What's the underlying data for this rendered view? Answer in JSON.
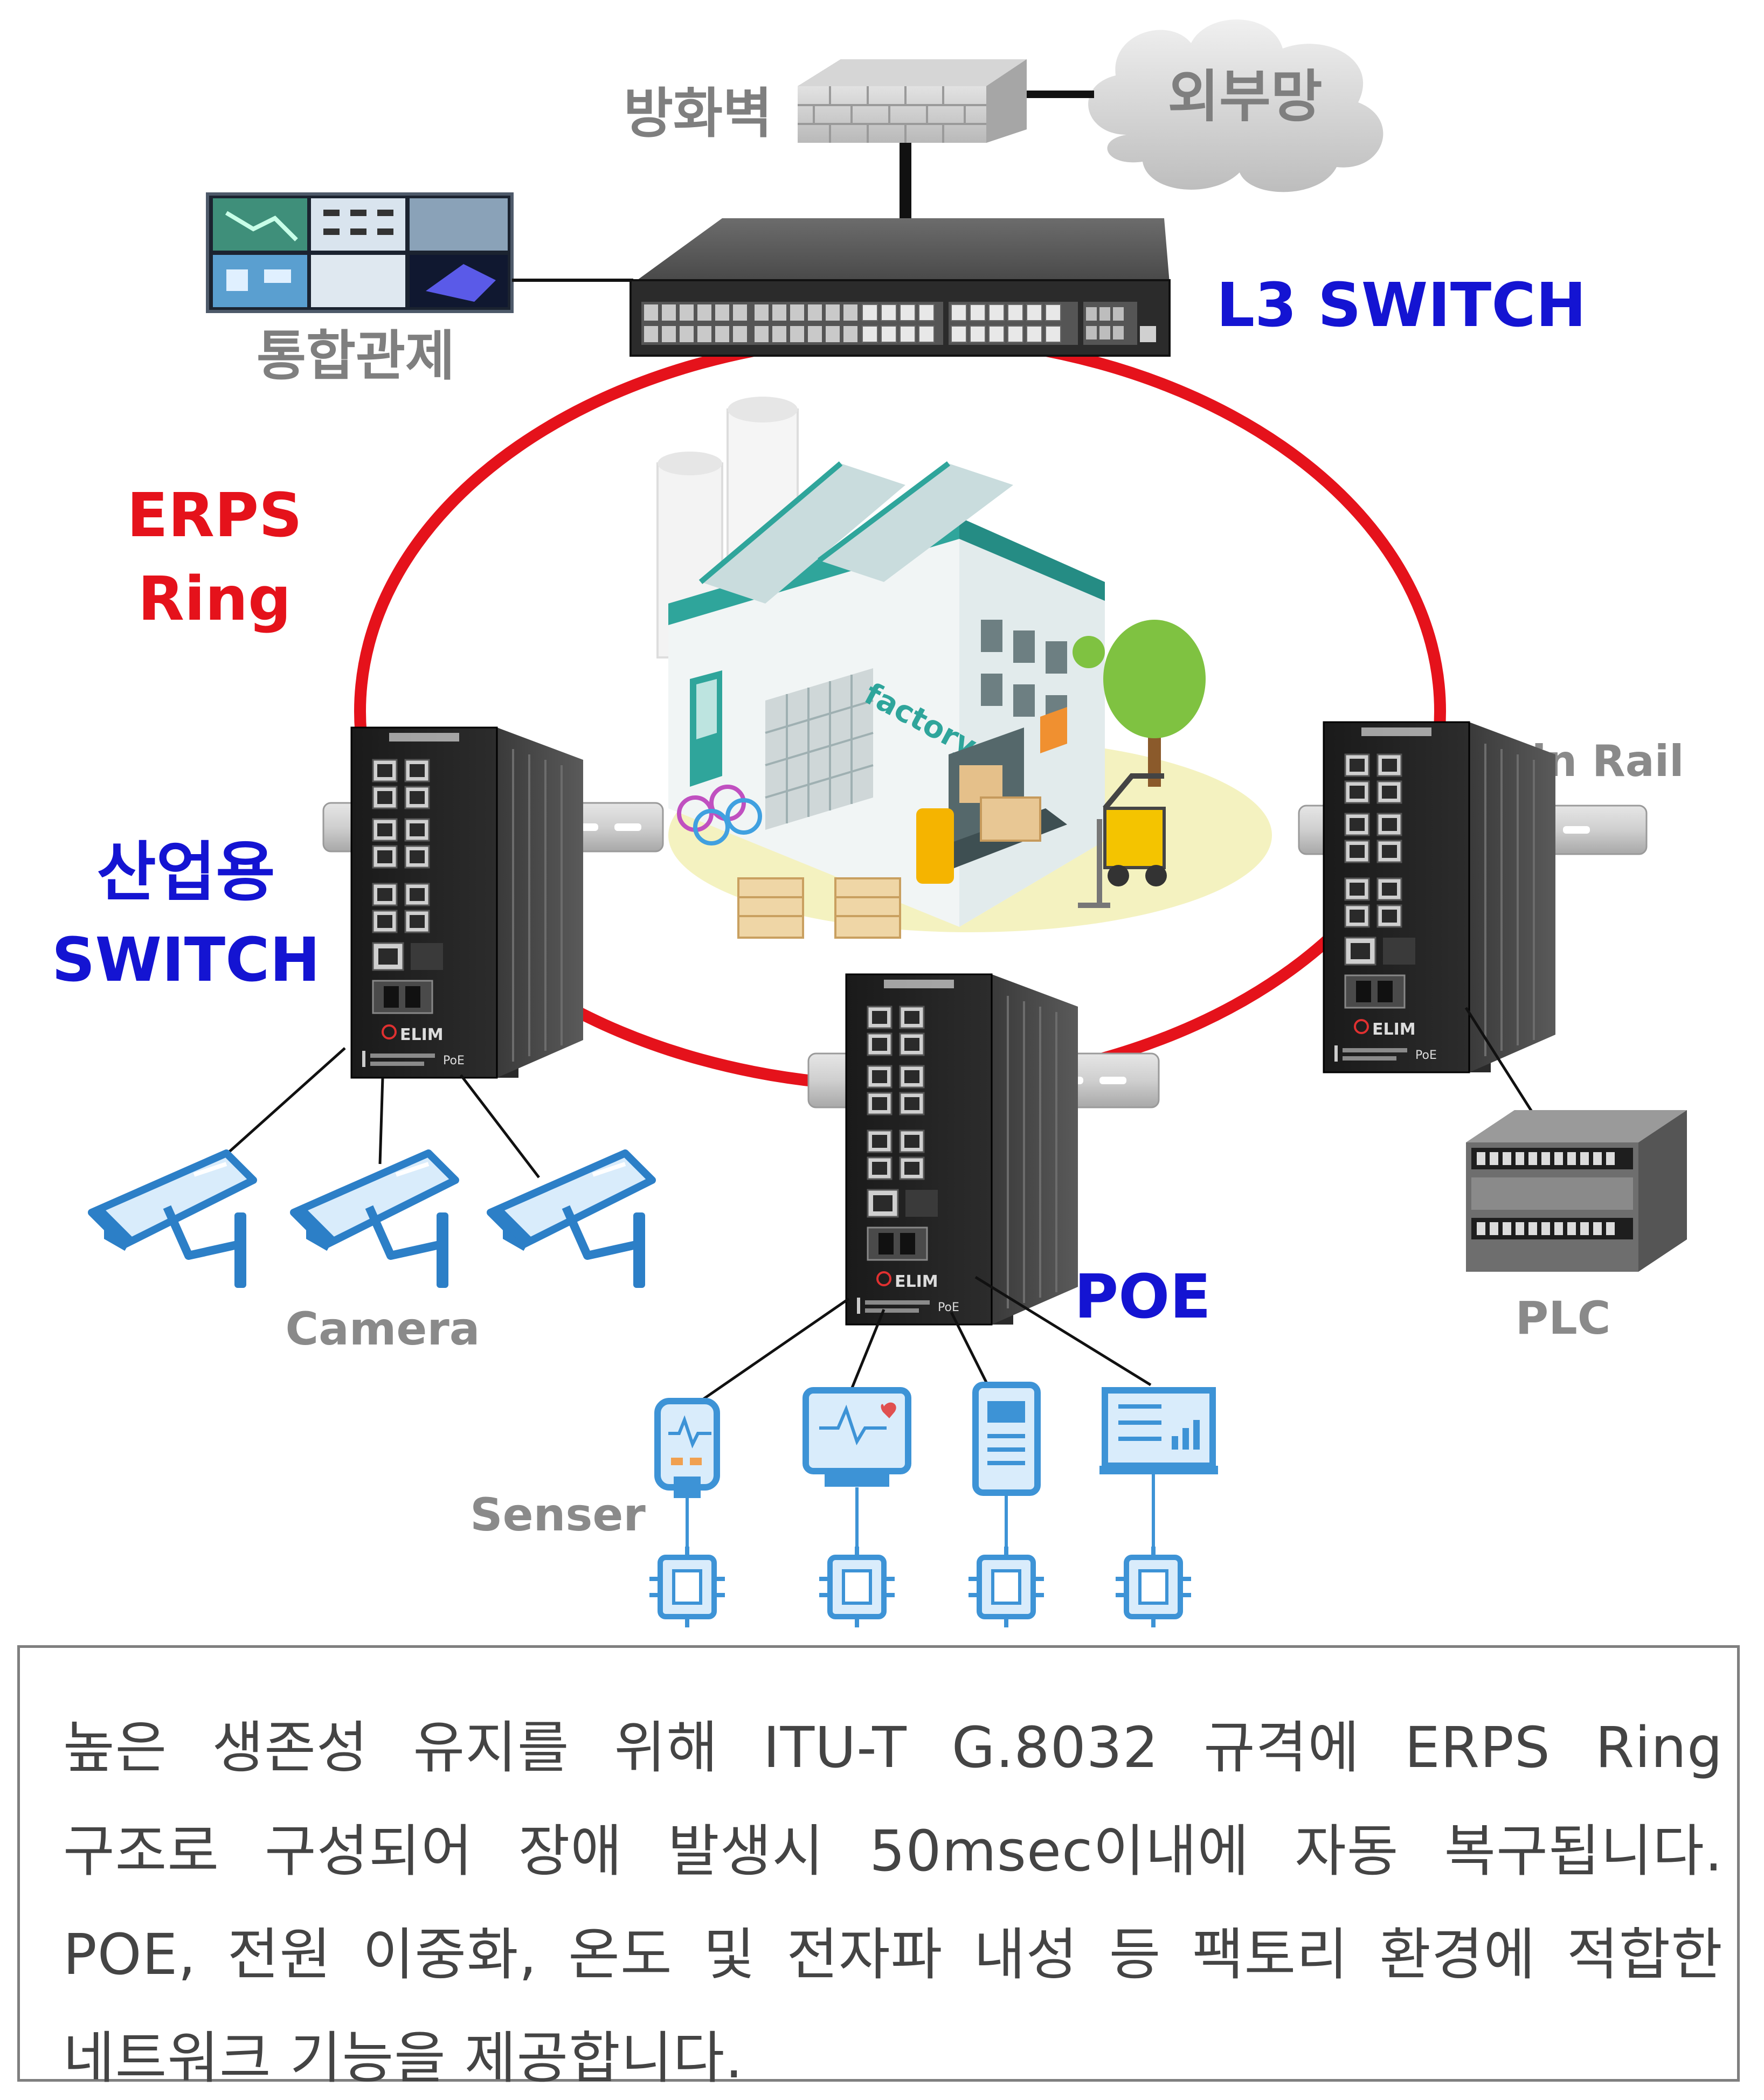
{
  "labels": {
    "firewall": "방화벽",
    "internet": "외부망",
    "control_center": "통합관제",
    "l3_switch": "L3 SWITCH",
    "erps_line1": "ERPS",
    "erps_line2": "Ring",
    "industrial_line1": "산업용",
    "industrial_line2": "SWITCH",
    "din_rail": "Din Rail",
    "camera": "Camera",
    "poe": "POE",
    "plc": "PLC",
    "sensor": "Senser",
    "factory_sign": "factory",
    "brand": "ELIM",
    "poe_badge": "PoE"
  },
  "description": {
    "lines": [
      "높은 생존성 유지를 위해 ITU-T G.8032 규격에 ERPS Ring",
      "구조로 구성되어 장애 발생시 50msec이내에 자동 복구됩니다.",
      "POE, 전원 이중화, 온도 및 전자파 내성 등 팩토리 환경에 적합한",
      "네트워크 기능을 제공합니다."
    ]
  },
  "colors": {
    "ring": "#e5121b",
    "blue_label": "#1414d2",
    "gray_label": "#8a8a8a",
    "device_icon": "#4a9fd8"
  }
}
